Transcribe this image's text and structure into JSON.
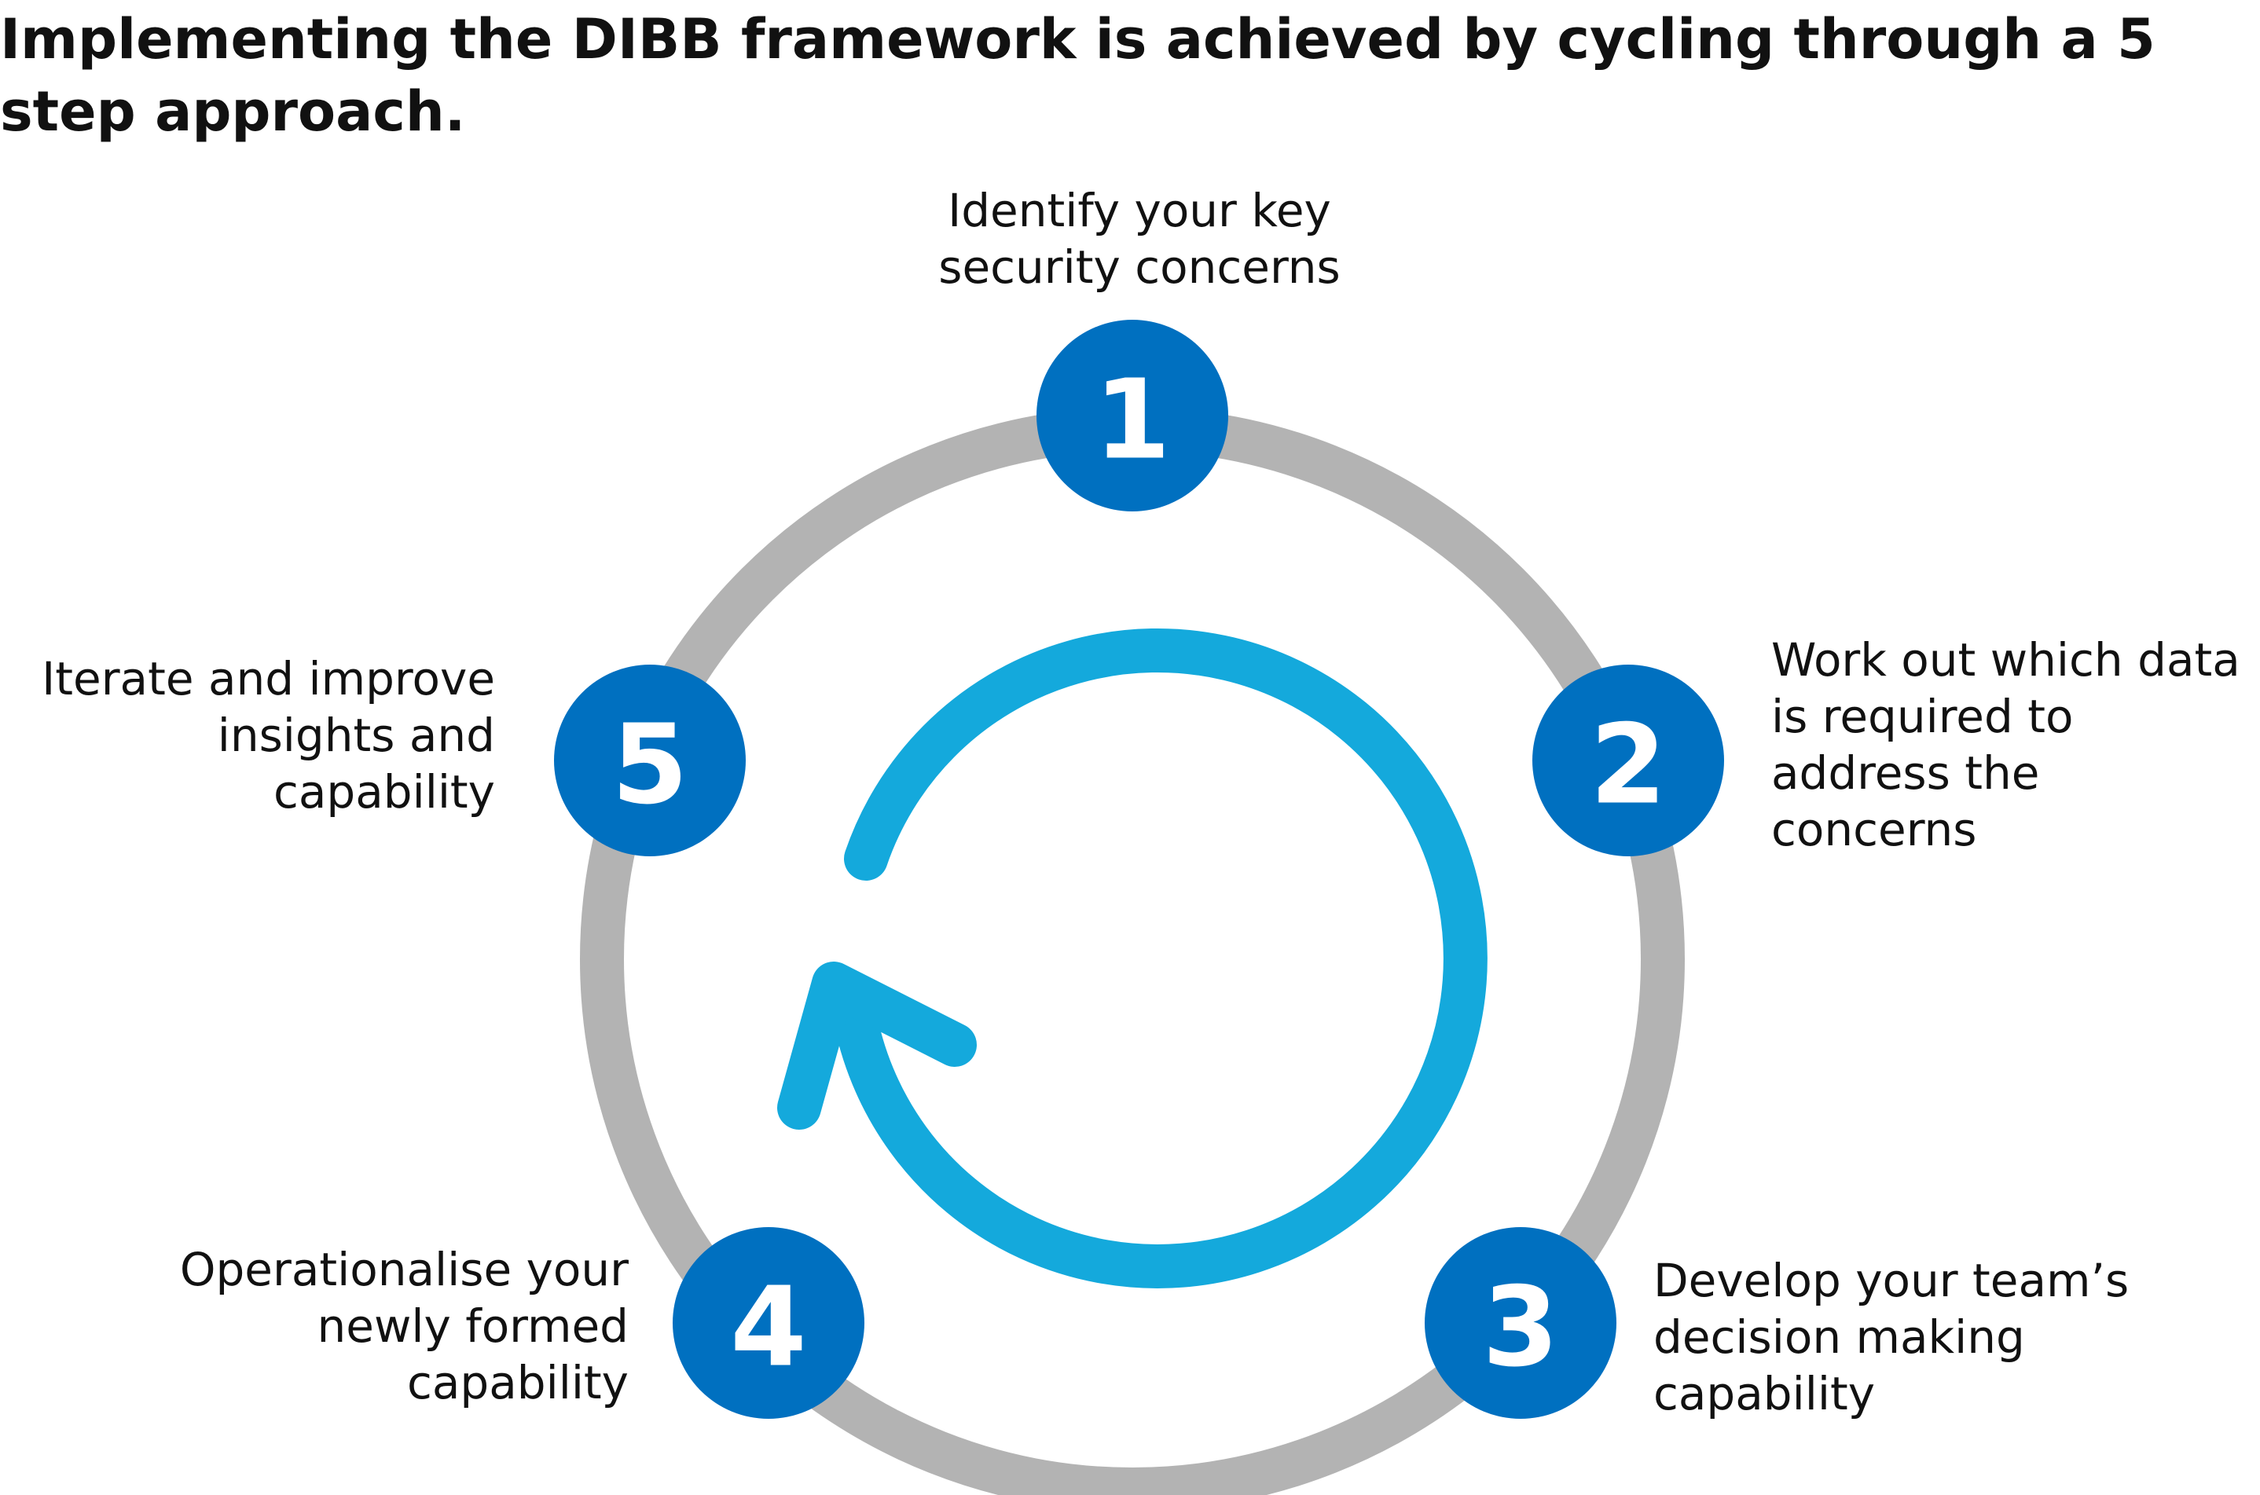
{
  "title": "Implementing the DIBB framework is achieved by cycling through a 5 step approach.",
  "colors": {
    "step_circle": "#0070c0",
    "ring": "#b3b3b3",
    "cycle_arrow": "#14a9dc"
  },
  "steps": [
    {
      "number": "1",
      "label": "Identify your key security concerns"
    },
    {
      "number": "2",
      "label": "Work out which data is required to address the concerns"
    },
    {
      "number": "3",
      "label": "Develop your team’s decision making capability"
    },
    {
      "number": "4",
      "label": "Operationalise your newly formed capability"
    },
    {
      "number": "5",
      "label": "Iterate and improve insights and capability"
    }
  ]
}
